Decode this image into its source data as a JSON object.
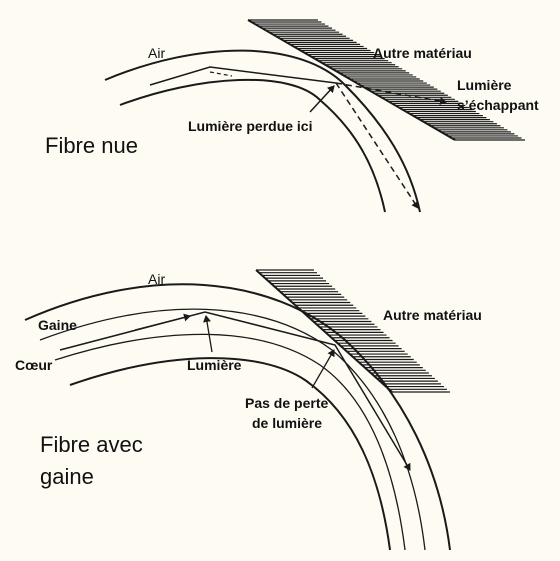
{
  "top": {
    "air_label": "Air",
    "material_label": "Autre matériau",
    "escaping_label_1": "Lumière",
    "escaping_label_2": "s’échappant",
    "lost_label": "Lumière perdue ici",
    "title": "Fibre nue"
  },
  "bottom": {
    "air_label": "Air",
    "cladding_label": "Gaine",
    "core_label": "Cœur",
    "light_label": "Lumière",
    "material_label": "Autre matériau",
    "no_loss_label_1": "Pas de perte",
    "no_loss_label_2": "de lumière",
    "title_1": "Fibre avec",
    "title_2": "gaine"
  },
  "colors": {
    "background": "#fdfbf2",
    "ink": "#1a1a1a"
  }
}
